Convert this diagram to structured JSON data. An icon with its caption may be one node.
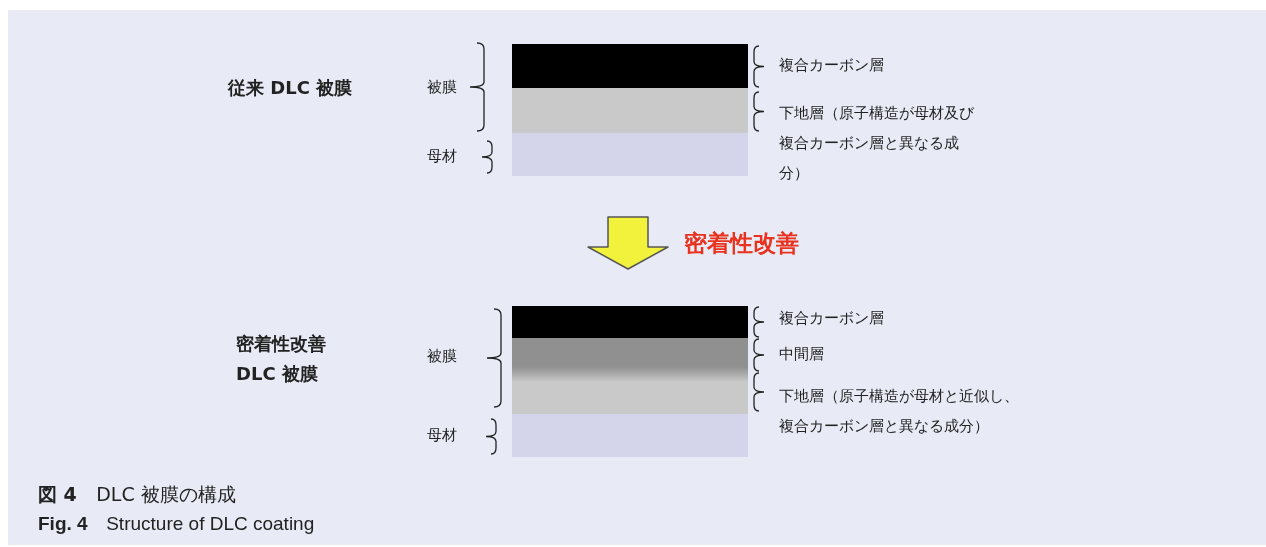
{
  "diagram": {
    "caption": "**図 4** DLC 被膜の構成",
    "labels": [
      "従来 DLC 被膜",
      "被膜",
      "複合カーボン層",
      "下地層（原子構造が母材及び複合カーボン層と異なる成分）",
      "母材",
      "密着性改善",
      "密着性改善 DLC 被膜",
      "被膜",
      "複合カーボン層",
      "中間層",
      "下地層（原子構造が母材と近似し、複合カーボン層と異なる成分）",
      "母材",
      "**Fig. 4** Structure of DLC coating"
    ]
  }
}
